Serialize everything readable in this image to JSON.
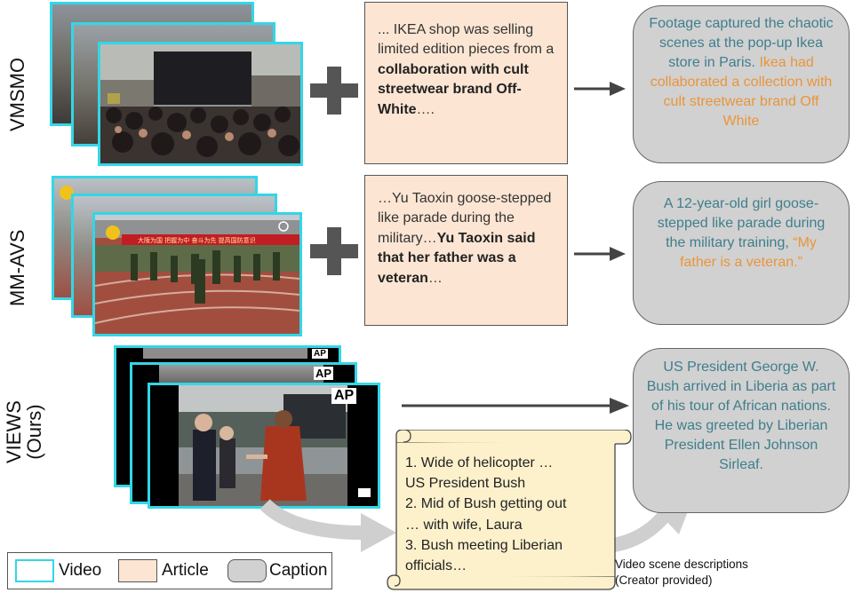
{
  "rows": [
    {
      "label": "VMSMO"
    },
    {
      "label": "MM-AVS"
    },
    {
      "label_line1": "VIEWS",
      "label_line2": "(Ours)"
    }
  ],
  "articles": {
    "vmsmo": {
      "pre": "... IKEA shop was selling limited edition pieces from a ",
      "bold": "collaboration with cult streetwear brand Off-White",
      "post": "…."
    },
    "mmavs": {
      "pre": "…Yu Taoxin goose-stepped like parade during the military…",
      "bold": "Yu Taoxin said that her father was a veteran",
      "post": "…"
    }
  },
  "captions": {
    "vmsmo": {
      "plain": "Footage captured the chaotic scenes at the pop-up Ikea store in Paris.",
      "highlight": "Ikea had collaborated a collection with cult streetwear brand Off White"
    },
    "mmavs": {
      "plain": "A 12-year-old girl goose-stepped like parade during the military training,",
      "highlight": "“My father is a veteran.”"
    },
    "views": {
      "plain": "US President George W. Bush arrived in Liberia as part of his tour of African nations. He was greeted by Liberian President Ellen Johnson Sirleaf."
    }
  },
  "scene_descriptions": {
    "lines": [
      "1. Wide of helicopter …",
      "US President Bush",
      "2. Mid of Bush getting out",
      "… with wife, Laura",
      "3. Bush meeting Liberian",
      "officials…"
    ],
    "note_line1": "Video scene descriptions",
    "note_line2": "(Creator provided)"
  },
  "watermark": "AP",
  "banner_text": "大阪为国 把握为中 奋斗为先 提高国防意识",
  "legend": {
    "video": "Video",
    "article": "Article",
    "caption": "Caption"
  },
  "colors": {
    "video_border": "#33d6e6",
    "article_fill": "#fce6d3",
    "caption_fill": "#d1d1d1",
    "caption_text": "#3f7e8c",
    "highlight_text": "#e9953a"
  }
}
